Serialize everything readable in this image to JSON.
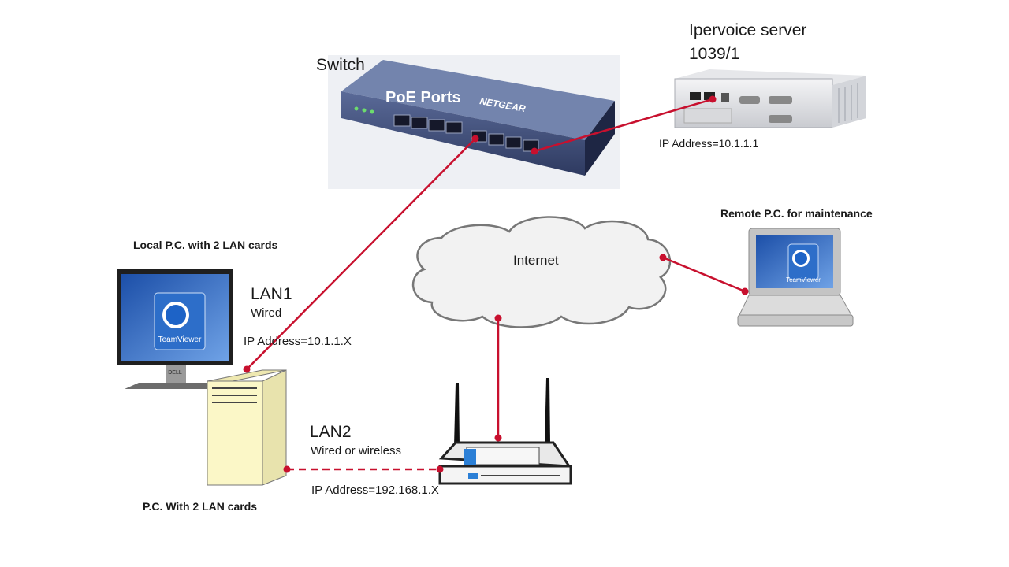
{
  "switch": {
    "label": "Switch",
    "ports_label": "PoE Ports",
    "brand": "NETGEAR"
  },
  "server": {
    "name_line1": "Ipervoice server",
    "name_line2": "1039/1",
    "ip": "IP Address=10.1.1.1"
  },
  "remote_pc": {
    "label": "Remote P.C. for maintenance",
    "app_name": "TeamViewer"
  },
  "internet": {
    "label": "Internet"
  },
  "local_pc": {
    "label": "Local P.C. with 2 LAN cards",
    "app_name": "TeamViewer",
    "monitor_brand": "DELL"
  },
  "lan1": {
    "title": "LAN1",
    "subtitle": "Wired",
    "ip": "IP Address=10.1.1.X"
  },
  "lan2": {
    "title": "LAN2",
    "subtitle": "Wired or wireless",
    "ip": "IP Address=192.168.1.X"
  },
  "tower_pc": {
    "label": "P.C. With 2 LAN cards"
  },
  "colors": {
    "link": "#c8102e",
    "switch_body": "#3b4a75",
    "tower_body": "#fbf7c7",
    "cloud_fill": "#f2f2f2"
  }
}
